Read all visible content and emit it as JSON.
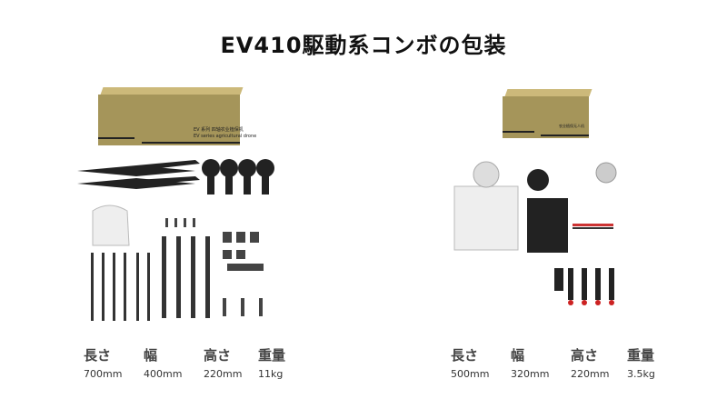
{
  "title": "EV410駆動系コンボの包装",
  "boxes": {
    "large": {
      "line1": "EV 系列 四轴农业植保机",
      "line2": "EV series agricultural drone"
    },
    "small": {
      "line1": "农业植保无人机"
    }
  },
  "specs": {
    "left": [
      {
        "label": "長さ",
        "value": "700mm"
      },
      {
        "label": "幅",
        "value": "400mm"
      },
      {
        "label": "高さ",
        "value": "220mm"
      },
      {
        "label": "重量",
        "value": "11kg"
      }
    ],
    "right": [
      {
        "label": "長さ",
        "value": "500mm"
      },
      {
        "label": "幅",
        "value": "320mm"
      },
      {
        "label": "高さ",
        "value": "220mm"
      },
      {
        "label": "重量",
        "value": "3.5kg"
      }
    ]
  },
  "colors": {
    "box": "#a5955a",
    "box_top": "#ccb97a"
  }
}
